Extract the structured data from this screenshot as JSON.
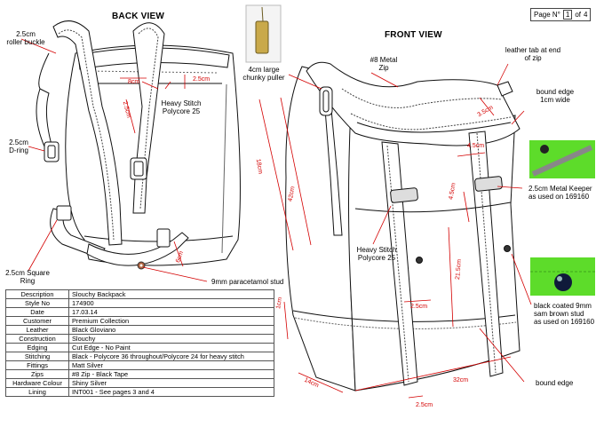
{
  "page": {
    "label": "Page N°",
    "current": "1",
    "of_label": "of",
    "total": "4"
  },
  "views": {
    "back": "BACK VIEW",
    "front": "FRONT VIEW"
  },
  "callouts": {
    "roller_buckle": "2.5cm\nroller buckle",
    "d_ring": "2.5cm\nD-ring",
    "square_ring": "2.5cm Square\nRing",
    "stitch_back": "Heavy Stitch\nPolycore 25",
    "stitch_front": "Heavy Stitch\nPolycore 25",
    "puller": "4cm large\nchunky puller",
    "zip": "#8 Metal\nZip",
    "leather_tab": "leather tab at end\nof zip",
    "bound_edge_top": "bound edge\n1cm wide",
    "keeper": "2.5cm Metal Keeper\nas used on 169160",
    "stud_back": "9mm paracetamol stud",
    "stud_front": "black coated 9mm\nsam brown stud\nas used on 169160",
    "bound_edge_bottom": "bound edge"
  },
  "dimensions": {
    "back_8cm": "8cm",
    "back_25_top": "2.5cm",
    "back_strap": "2.5cm",
    "back_6cm": "6cm",
    "front_35": "3.5cm",
    "front_45_a": "4.5cm",
    "front_45_b": "4.5cm",
    "front_18": "18cm",
    "front_42": "42cm",
    "front_215": "21.5cm",
    "front_25_mid": "2.5cm",
    "front_1cm": "1cm",
    "front_14": "14cm",
    "front_32": "32cm",
    "front_25_bottom": "2.5cm"
  },
  "spec_table": [
    {
      "key": "Description",
      "value": "Slouchy Backpack"
    },
    {
      "key": "Style No",
      "value": "174900"
    },
    {
      "key": "Date",
      "value": "17.03.14"
    },
    {
      "key": "Customer",
      "value": "Premium Collection"
    },
    {
      "key": "Leather",
      "value": "Black Gloviano"
    },
    {
      "key": "Construction",
      "value": "Slouchy"
    },
    {
      "key": "Edging",
      "value": "Cut Edge - No Paint"
    },
    {
      "key": "Stitching",
      "value": "Black - Polycore 36 throughout/Polycore 24 for heavy stitch"
    },
    {
      "key": "Fittings",
      "value": "Matt Silver"
    },
    {
      "key": "Zips",
      "value": "#8 Zip - Black Tape"
    },
    {
      "key": "Hardware Colour",
      "value": "Shiny Silver"
    },
    {
      "key": "Lining",
      "value": "INT001 - See pages 3 and 4"
    }
  ],
  "colors": {
    "dimension": "#d40000",
    "photo_green": "#5ddc2a"
  }
}
